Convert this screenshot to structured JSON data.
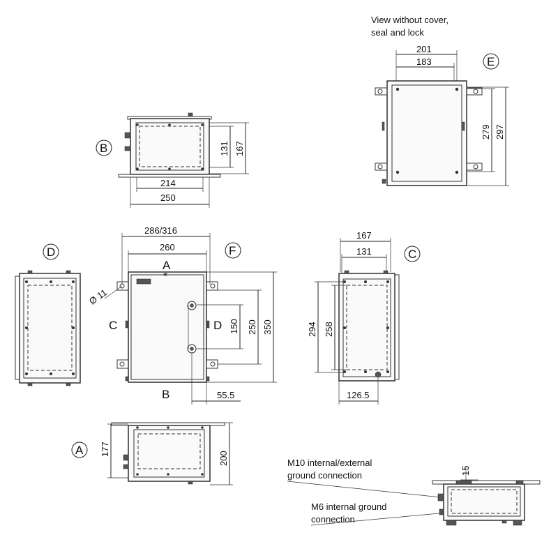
{
  "notes": {
    "view_without_cover_line1": "View without cover,",
    "view_without_cover_line2": "seal and lock",
    "m10_line1": "M10 internal/external",
    "m10_line2": "ground connection",
    "m6_line1": "M6 internal ground",
    "m6_line2": "connection"
  },
  "view_labels": {
    "b": "B",
    "e": "E",
    "d": "D",
    "f": "F",
    "c": "C",
    "a": "A"
  },
  "front_side_letters": {
    "top": "A",
    "bottom": "B",
    "left": "C",
    "right": "D"
  },
  "dimensions": {
    "e_outer_width": "201",
    "e_inner_width": "183",
    "e_inner_height": "279",
    "e_outer_height": "297",
    "b_inner_height": "131",
    "b_outer_height": "167",
    "b_inner_width": "214",
    "b_outer_width": "250",
    "front_total_width": "286/316",
    "front_width": "260",
    "front_hole": "Ø 11",
    "front_hole_spacing": "150",
    "front_mount_spacing": "250",
    "front_height": "350",
    "front_offset": "55.5",
    "c_outer_width": "167",
    "c_inner_width": "131",
    "c_outer_height": "294",
    "c_inner_height": "258",
    "c_offset": "126.5",
    "a_inner_height": "177",
    "a_outer_height": "200",
    "ground_offset": "15"
  }
}
